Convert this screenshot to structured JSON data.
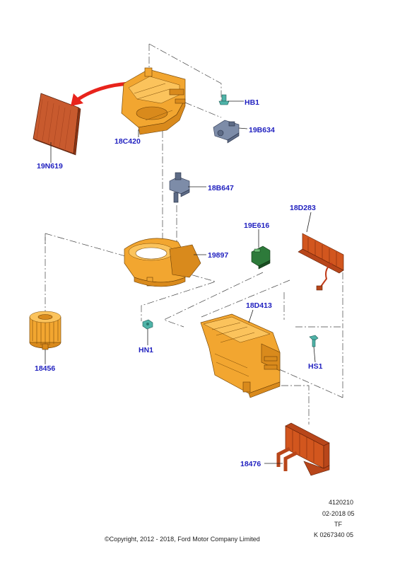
{
  "callouts": {
    "hb1": "HB1",
    "c18c420": "18C420",
    "c19b634": "19B634",
    "c19n619": "19N619",
    "c18b647": "18B647",
    "c18d283": "18D283",
    "c19e616": "19E616",
    "c19897": "19897",
    "c18d413": "18D413",
    "hn1": "HN1",
    "hs1": "HS1",
    "c18456": "18456",
    "c18476": "18476"
  },
  "footer": {
    "ref_line1": "4120210",
    "ref_line2": "02-2018 05",
    "ref_line3": "TF",
    "ref_line4": "K 0267340 05",
    "copyright": "©Copyright, 2012 - 2018, Ford Motor Company Limited"
  },
  "colors": {
    "callout_text": "#1f1fbf",
    "housing_orange": "#f2a630",
    "heater_copper": "#d2561e",
    "actuator_blue": "#7d8ca8",
    "fastener_teal": "#4fb3a8",
    "resistor_green": "#2d7a3a",
    "arrow_red": "#e8231b"
  },
  "parts": [
    {
      "callout": "18C420",
      "name": "recirculation-housing"
    },
    {
      "callout": "19N619",
      "name": "cabin-air-filter"
    },
    {
      "callout": "HB1",
      "name": "bolt"
    },
    {
      "callout": "19B634",
      "name": "actuator"
    },
    {
      "callout": "18B647",
      "name": "actuator"
    },
    {
      "callout": "19897",
      "name": "blower-housing"
    },
    {
      "callout": "19E616",
      "name": "resistor"
    },
    {
      "callout": "18D283",
      "name": "ptc-heater"
    },
    {
      "callout": "18D413",
      "name": "heater-housing"
    },
    {
      "callout": "HN1",
      "name": "nut"
    },
    {
      "callout": "HS1",
      "name": "screw"
    },
    {
      "callout": "18456",
      "name": "blower-motor"
    },
    {
      "callout": "18476",
      "name": "heater-core"
    }
  ]
}
